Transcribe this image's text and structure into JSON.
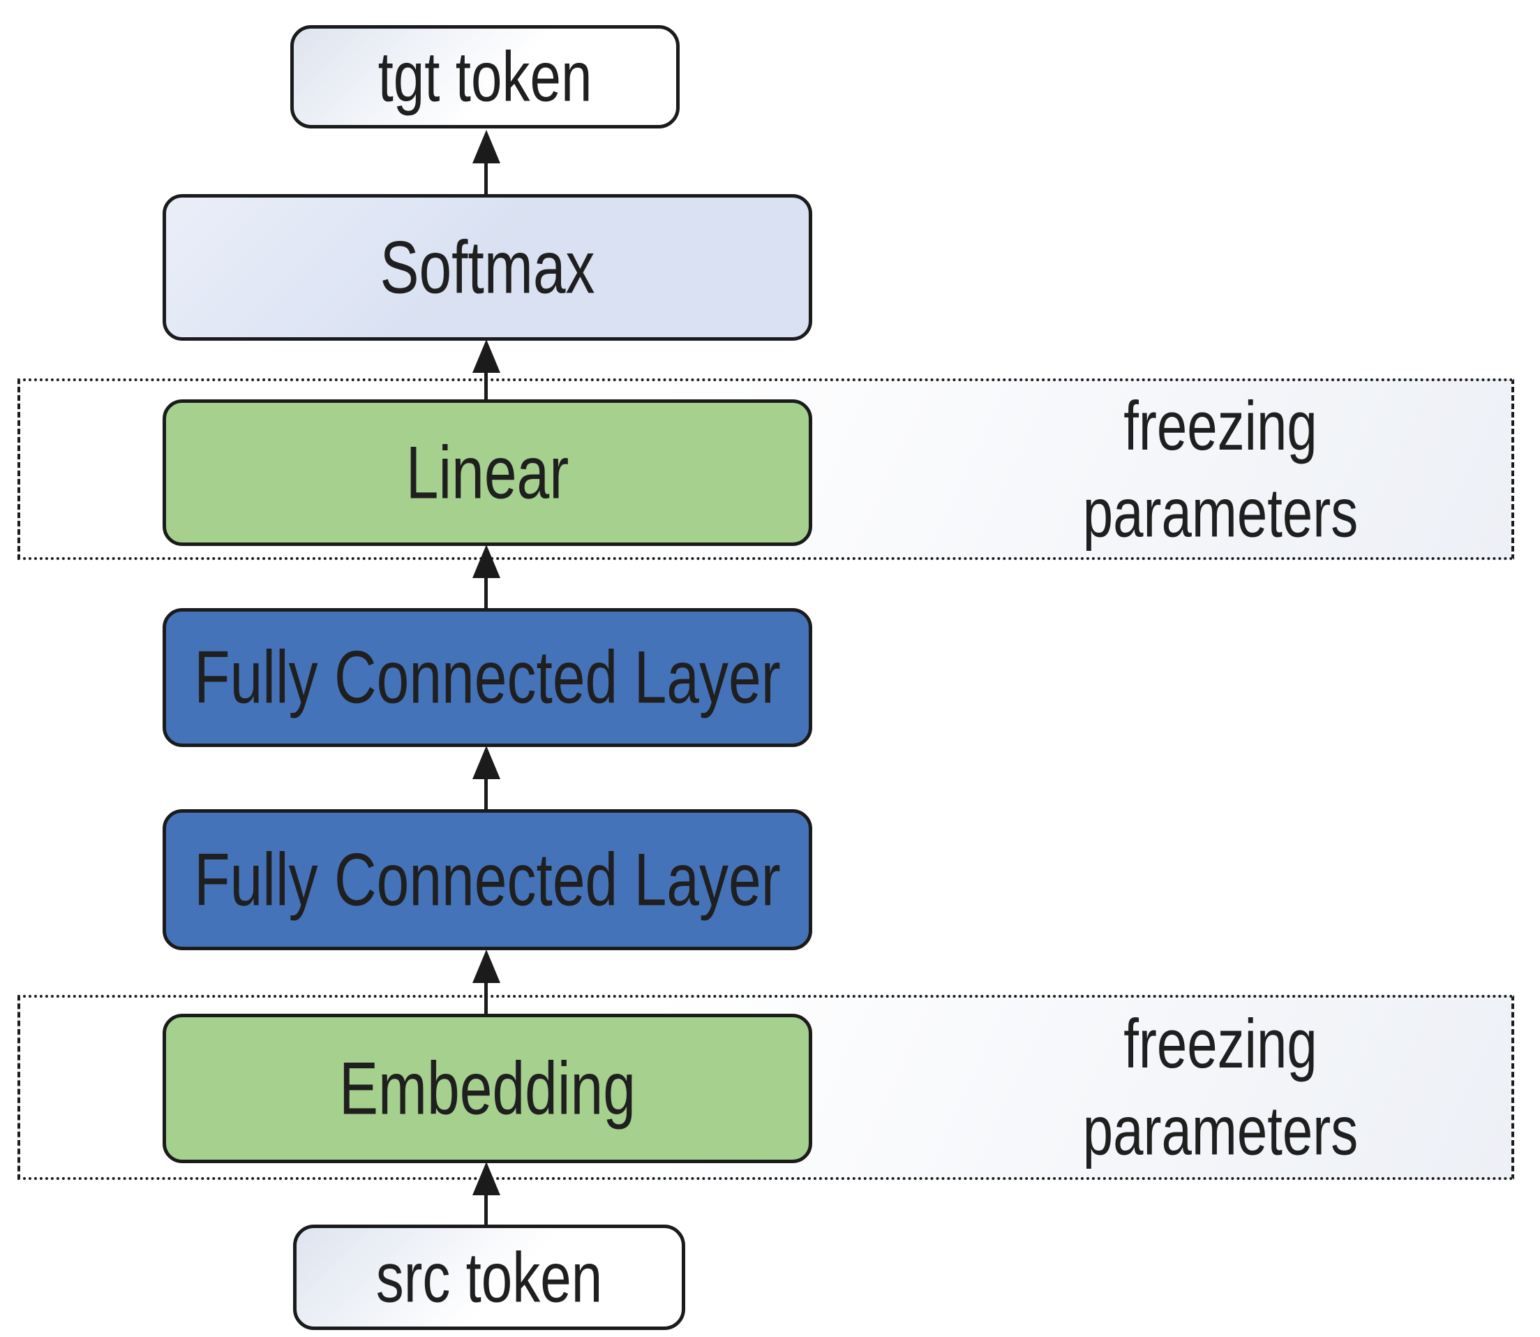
{
  "nodes": {
    "tgt_token": {
      "label": "tgt token"
    },
    "softmax": {
      "label": "Softmax"
    },
    "linear": {
      "label": "Linear"
    },
    "fc_upper": {
      "label": "Fully Connected Layer"
    },
    "fc_lower": {
      "label": "Fully Connected Layer"
    },
    "embedding": {
      "label": "Embedding"
    },
    "src_token": {
      "label": "src token"
    }
  },
  "regions": {
    "freeze_upper": {
      "label": "freezing parameters"
    },
    "freeze_lower": {
      "label": "freezing parameters"
    }
  },
  "colors": {
    "blue_node": "#4573b9",
    "green_node": "#a6d08e",
    "softmax_node": "#d9e1f2",
    "token_node_tint": "#dee4ef",
    "region_bg_tint": "#edf0f6",
    "outline": "#1b1b1b",
    "text": "#1f1f1f"
  }
}
